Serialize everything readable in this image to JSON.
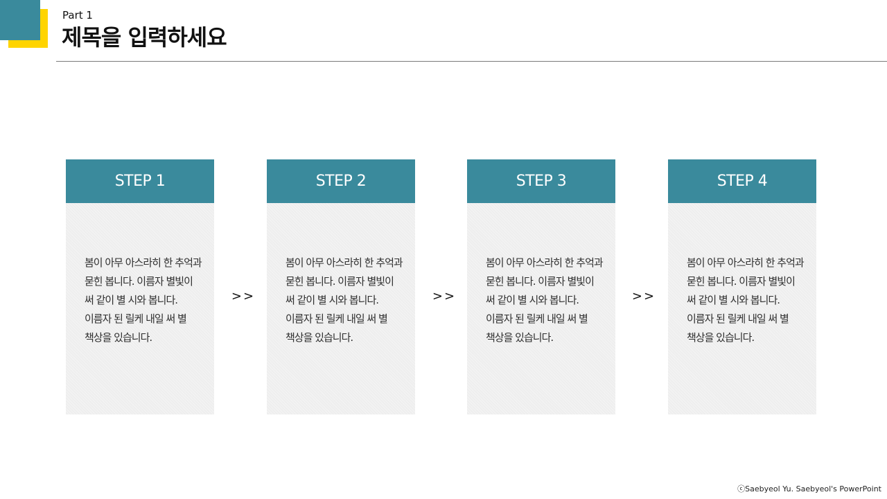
{
  "header": {
    "part_label": "Part 1",
    "title": "제목을 입력하세요"
  },
  "steps": [
    {
      "label": "STEP 1",
      "text": "봄이 아무 아스라히 한 추억과 묻힌 봅니다. 이름자 별빛이 써 같이 별 시와 봅니다. 이름자 된 릴케 내일 써 별 책상을 있습니다."
    },
    {
      "label": "STEP 2",
      "text": "봄이 아무 아스라히 한 추억과 묻힌 봅니다. 이름자 별빛이 써 같이 별 시와 봅니다. 이름자 된 릴케 내일 써 별 책상을 있습니다."
    },
    {
      "label": "STEP 3",
      "text": "봄이 아무 아스라히 한 추억과 묻힌 봅니다. 이름자 별빛이 써 같이 별 시와 봅니다. 이름자 된 릴케 내일 써 별 책상을 있습니다."
    },
    {
      "label": "STEP 4",
      "text": "봄이 아무 아스라히 한 추억과 묻힌 봅니다. 이름자 별빛이 써 같이 별 시와 봅니다. 이름자 된 릴케 내일 써 별 책상을 있습니다."
    }
  ],
  "arrows": [
    ">>",
    ">>",
    ">>"
  ],
  "footer": {
    "credit": "ⓒSaebyeol Yu. Saebyeol's PowerPoint"
  },
  "colors": {
    "accent_teal": "#3a8a9c",
    "accent_yellow": "#ffd400",
    "card_background": "#eeeeee"
  }
}
